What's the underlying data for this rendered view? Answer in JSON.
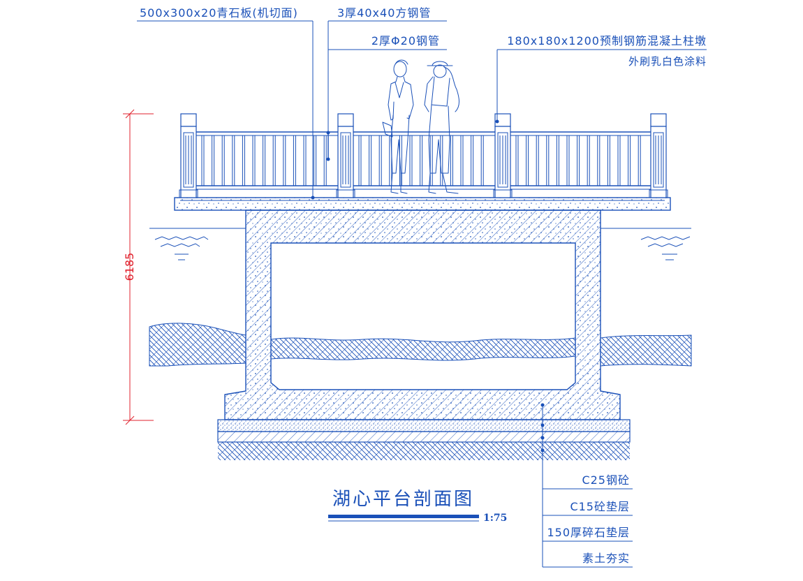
{
  "title": "湖心平台剖面图",
  "scale": "1:75",
  "dimension": "6185",
  "colors": {
    "line": "#1a50b8",
    "dimension": "#e0202c",
    "background": "#ffffff"
  },
  "callouts": {
    "stone_slab": "500x300x20青石板(机切面)",
    "square_tube": "3厚40x40方钢管",
    "round_tube": "2厚Φ20钢管",
    "post_line1": "180x180x1200预制钢筋混凝土柱墩",
    "post_line2": "外刷乳白色涂料"
  },
  "layers": [
    "C25钢砼",
    "C15砼垫层",
    "150厚碎石垫层",
    "素土夯实"
  ]
}
